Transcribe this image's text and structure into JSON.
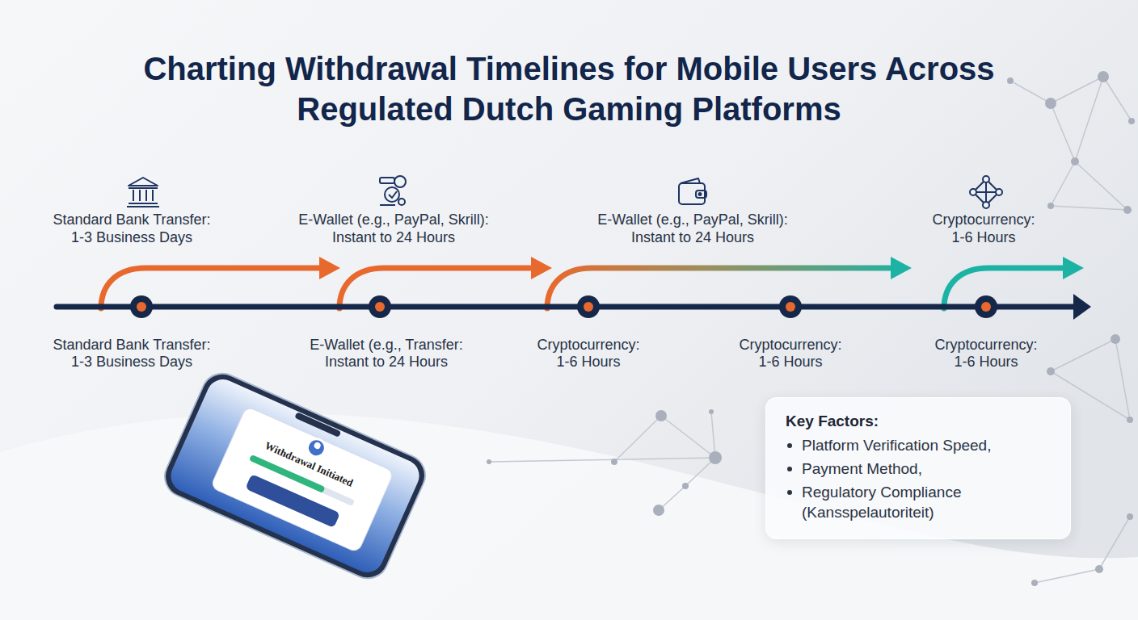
{
  "diagram": {
    "title": "Charting Withdrawal Timelines for Mobile Users Across Regulated Dutch Gaming Platforms",
    "nodes": [
      {
        "text": [
          "Key Factors:",
          "Platform Verification Speed,",
          "Payment Method,",
          "Regulatory Compliance (Kansspelautoriteit)"
        ]
      }
    ],
    "labels": [
      "Standard Bank Transfer:",
      "1-3 Business Days",
      "E-Wallet (e.g., PayPal, Skrill):",
      "Instant to 24 Hours",
      "E-Wallet (e.g., PayPal, Skrill):",
      "Instant to 24 Hours",
      "Cryptocurrency:",
      "1-6 Hours",
      "Standard Bank Transfer:",
      "1-3 Business Days",
      "E-Wallet (e.g., Transfer:",
      "Instant to 24 Hours",
      "Cryptocurrency:",
      "1-6 Hours",
      "Cryptocurrency:",
      "1-6 Hours",
      "Cryptocurrency:",
      "1-6 Hours",
      "Withdrawal Initiated"
    ]
  }
}
